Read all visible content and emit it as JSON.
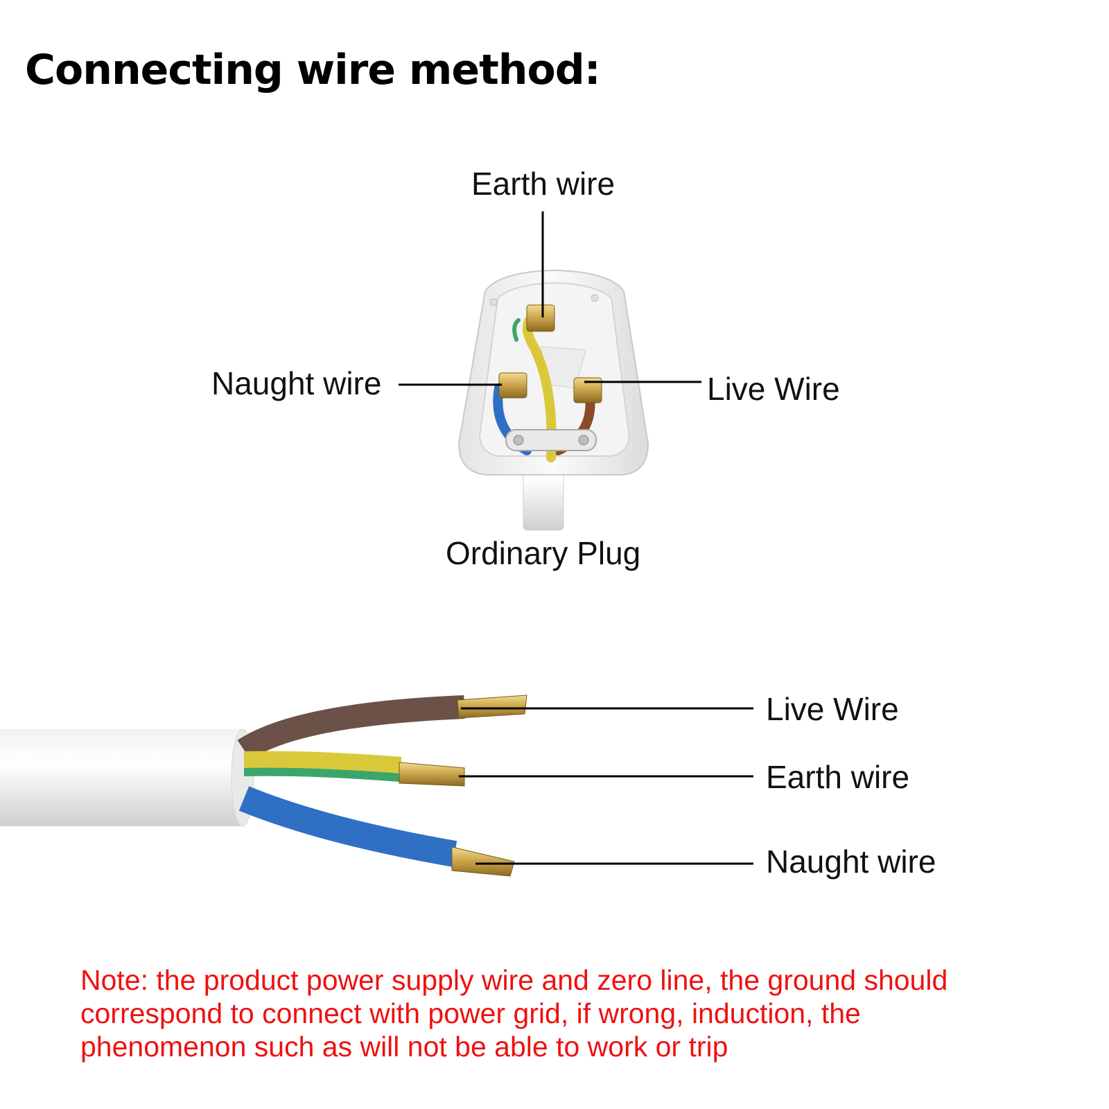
{
  "title": "Connecting wire method:",
  "plug": {
    "caption": "Ordinary Plug",
    "labels": {
      "earth": "Earth wire",
      "neutral": "Naught wire",
      "live": "Live Wire"
    }
  },
  "cable": {
    "labels": {
      "live": "Live Wire",
      "earth": "Earth wire",
      "neutral": "Naught wire"
    }
  },
  "note": {
    "lines": [
      "Note: the product power supply wire and zero line, the ground should",
      "correspond to connect with power grid, if wrong, induction, the",
      "phenomenon such as will not be able to work or trip"
    ]
  },
  "colors": {
    "live_wire": "#6b5148",
    "earth_wire_yellow": "#d9c93a",
    "earth_wire_green": "#3aa66b",
    "neutral_wire": "#2f6fc4",
    "brass": "#c9a24a",
    "note_text": "#ee1111"
  }
}
